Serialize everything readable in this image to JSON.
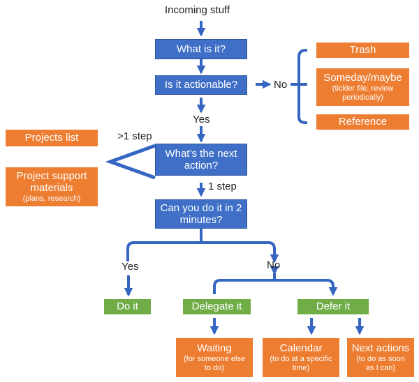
{
  "title": "Incoming stuff",
  "colors": {
    "decision": "#3f6fc6",
    "outcome": "#ed7d31",
    "action": "#70ad47",
    "arrow": "#3466c2"
  },
  "nodes": {
    "what_is_it": "What is it?",
    "is_actionable": "Is it actionable?",
    "next_action": "What’s the next action?",
    "two_minutes": "Can you do it in 2 minutes?",
    "trash": "Trash",
    "someday": {
      "title": "Someday/maybe",
      "note": "(tickler file; review periodically)"
    },
    "reference": "Reference",
    "projects_list": "Projects list",
    "project_support": {
      "title": "Project support materials",
      "note": "(plans, research)"
    },
    "do_it": "Do it",
    "delegate_it": "Delegate it",
    "defer_it": "Defer it",
    "waiting": {
      "title": "Waiting",
      "note": "(for someone else to do)"
    },
    "calendar": {
      "title": "Calendar",
      "note": "(to do at a specific time)"
    },
    "next_actions": {
      "title": "Next actions",
      "note": "(to do as soon as I can)"
    }
  },
  "labels": {
    "no_actionable": "No",
    "yes_actionable": "Yes",
    "more_than_one_step": ">1 step",
    "one_step": "1 step",
    "yes_two_min": "Yes",
    "no_two_min": "No"
  }
}
